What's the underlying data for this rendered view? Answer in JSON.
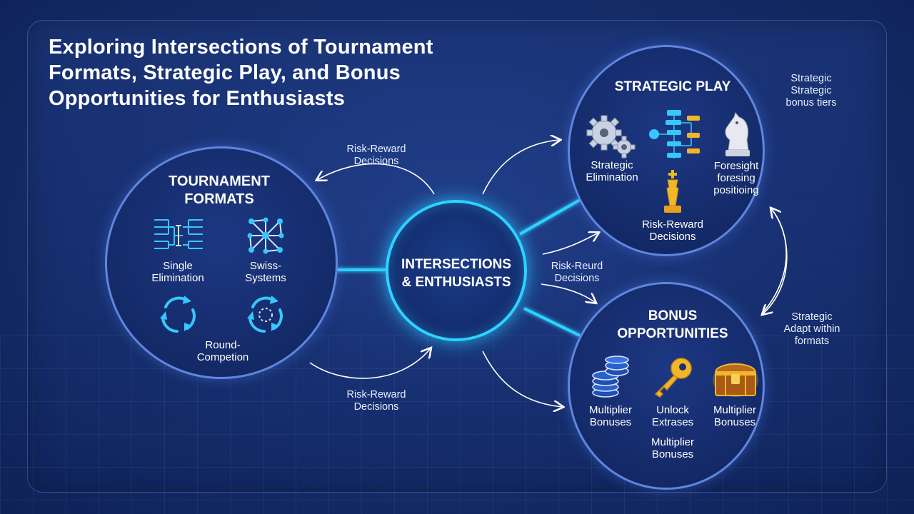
{
  "title": "Exploring Intersections of Tournament Formats, Strategic Play, and Bonus Opportunities for Enthusiasts",
  "center": {
    "label_line1": "INTERSECTIONS",
    "label_line2": "& ENTHUSIASTS"
  },
  "tournament": {
    "heading_line1": "TOURNAMENT",
    "heading_line2": "FORMATS",
    "items": [
      {
        "line1": "Single",
        "line2": "Elimination",
        "icon": "bracket-icon"
      },
      {
        "line1": "Swiss-",
        "line2": "Systems",
        "icon": "network-icon"
      },
      {
        "line1": "Round-",
        "line2": "Competion",
        "icon": "cycle-icon"
      }
    ]
  },
  "strategic": {
    "heading": "STRATEGIC PLAY",
    "items": [
      {
        "line1": "Strategic",
        "line2": "Elimination",
        "icon": "gears-icon"
      },
      {
        "line1": "Foresight",
        "line2": "foresing",
        "line3": "positioing",
        "icon": "knight-icon"
      },
      {
        "line1": "Risk-Reward",
        "line2": "Decisions",
        "icon": "king-icon"
      }
    ]
  },
  "bonus": {
    "heading_line1": "BONUS",
    "heading_line2": "OPPORTUNITIES",
    "items": [
      {
        "line1": "Multiplier",
        "line2": "Bonuses",
        "icon": "chips-icon"
      },
      {
        "line1": "Unlock",
        "line2": "Extrases",
        "icon": "key-icon"
      },
      {
        "line1": "Multiplier",
        "line2": "Bonuses",
        "icon": "treasure-chest-icon"
      },
      {
        "line1": "Multiplier",
        "line2": "Bonuses"
      }
    ]
  },
  "flows": {
    "top_left": {
      "line1": "Risk-Reward",
      "line2": "Decisions"
    },
    "bottom_left": {
      "line1": "Risk-Reward",
      "line2": "Decisions"
    },
    "middle_right": {
      "line1": "Risk-Reurd",
      "line2": "Decisions"
    },
    "right_top": {
      "line1": "Strategic",
      "line2": "Strategic",
      "line3": "bonus tiers"
    },
    "right_bottom": {
      "line1": "Strategic",
      "line2": "Adapt within",
      "line3": "formats"
    }
  },
  "colors": {
    "accent": "#2fd2ff",
    "circle_border": "#5f86df",
    "background": "#162f6e",
    "gold": "#f2b62b"
  }
}
